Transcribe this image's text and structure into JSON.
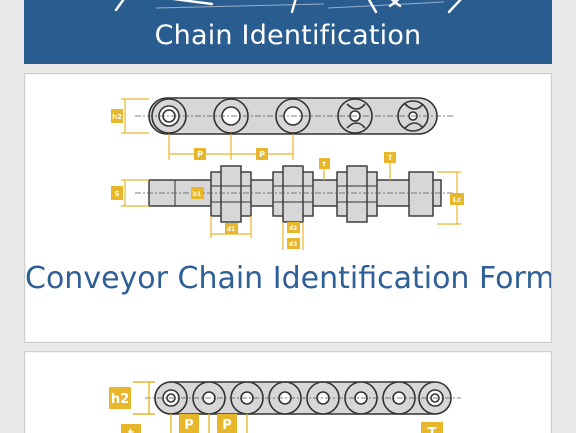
{
  "header": {
    "title": "Chain Identification"
  },
  "cards": [
    {
      "caption": "Conveyor Chain Identification Form",
      "dimension_labels": {
        "h2": "h2",
        "p": "P",
        "b1": "b1",
        "t": "t",
        "T": "T",
        "s": "S",
        "lc": "Lc",
        "d1": "d1",
        "d2": "d2",
        "d3": "d3"
      }
    },
    {
      "caption": "",
      "dimension_labels": {
        "h2": "h2",
        "p": "P",
        "t": "t",
        "T": "T"
      }
    }
  ],
  "colors": {
    "banner": "#2a5d8f",
    "caption": "#2e5f96",
    "label_box": "#e8b62a",
    "chain_fill": "#d7d7d7",
    "dim_line": "#e8b62a"
  }
}
